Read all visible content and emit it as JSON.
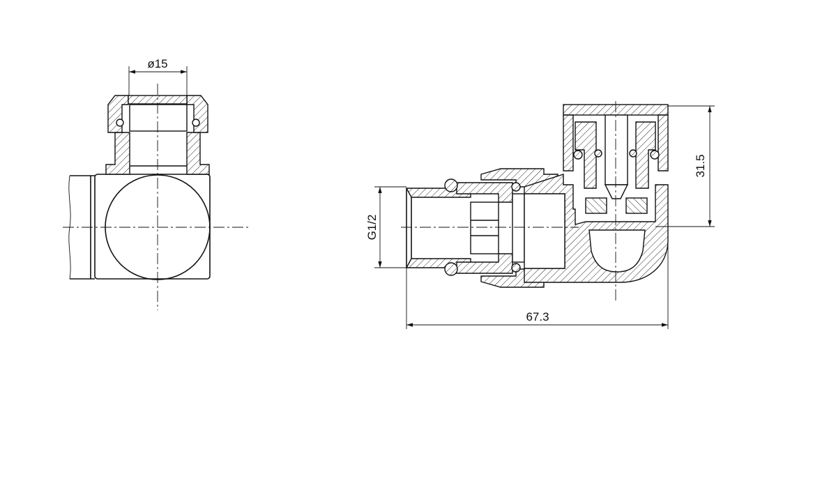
{
  "drawing": {
    "side_view": {
      "diameter_label": "ø15"
    },
    "section_view": {
      "height_label": "31.5",
      "thread_label": "G1/2",
      "length_label": "67.3"
    }
  }
}
